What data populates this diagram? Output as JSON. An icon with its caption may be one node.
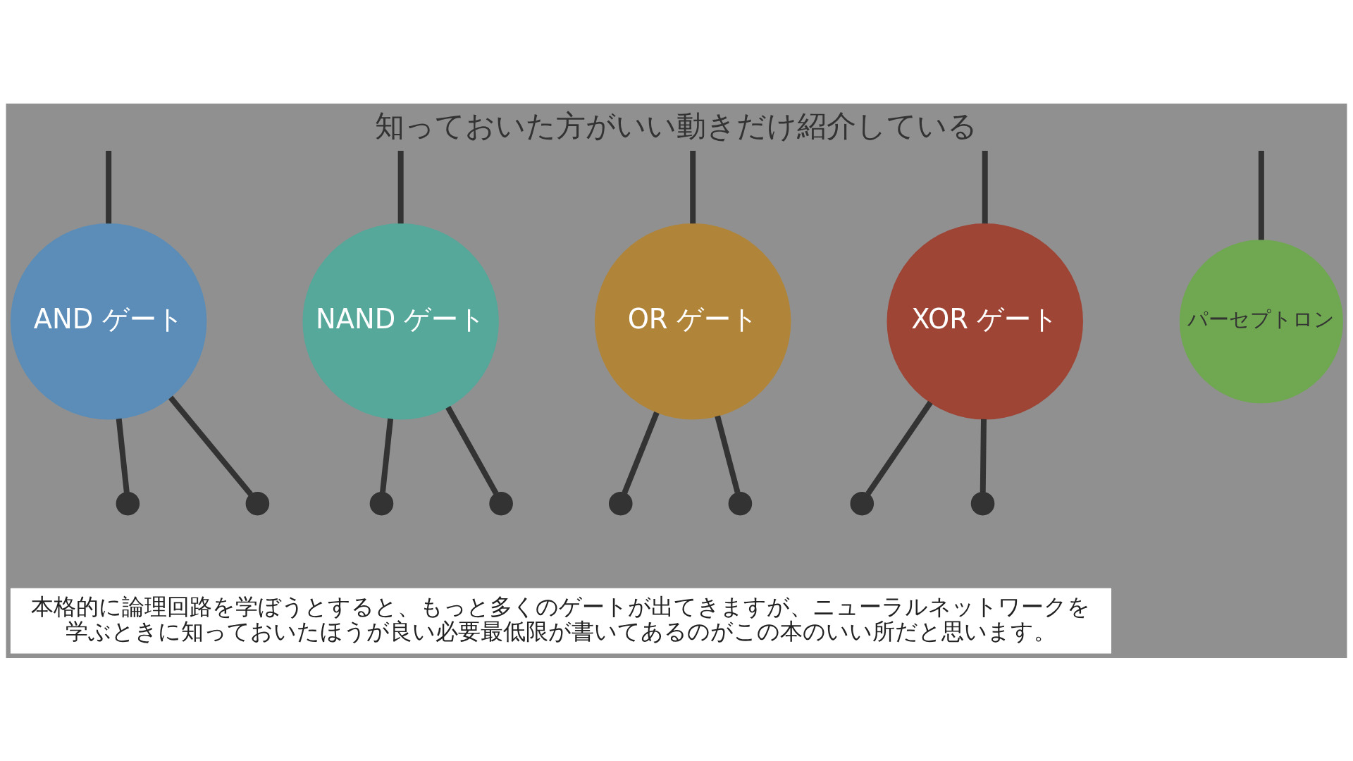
{
  "diagram": {
    "title": "知っておいた方がいい動きだけ紹介している",
    "caption": "本格的に論理回路を学ぼうとすると、もっと多くのゲートが出てきますが、ニューラルネットワークを学ぶときに知っておいたほうが良い必要最低限が書いてあるのがこの本のいい所だと思います。",
    "nodes": [
      {
        "text": [
          "パーセプトロン"
        ]
      },
      {
        "text": [
          "AND ゲート"
        ]
      },
      {
        "text": [],
        "shape": "circle"
      },
      {
        "text": [],
        "shape": "circle"
      },
      {
        "text": [
          "NAND ゲート"
        ]
      },
      {
        "text": [],
        "shape": "circle"
      },
      {
        "text": [],
        "shape": "circle"
      },
      {
        "text": [
          "OR ゲート"
        ]
      },
      {
        "text": [],
        "shape": "circle"
      },
      {
        "text": [],
        "shape": "circle"
      },
      {
        "text": [
          "XOR ゲート"
        ]
      },
      {
        "text": [],
        "shape": "circle"
      },
      {
        "text": [],
        "shape": "circle"
      }
    ],
    "edges": [
      {
        "from": 0,
        "to": null,
        "arrow": "none"
      },
      {
        "from": 1,
        "to": null,
        "arrow": "none"
      },
      {
        "from": 2,
        "to": 1,
        "arrow": "none"
      },
      {
        "from": 3,
        "to": 1,
        "arrow": "none"
      },
      {
        "from": 4,
        "to": null,
        "arrow": "none"
      },
      {
        "from": 5,
        "to": 4,
        "arrow": "none"
      },
      {
        "from": 6,
        "to": 4,
        "arrow": "none"
      },
      {
        "from": 7,
        "to": null,
        "arrow": "none"
      },
      {
        "from": 8,
        "to": 7,
        "arrow": "none"
      },
      {
        "from": 9,
        "to": 7,
        "arrow": "none"
      },
      {
        "from": 10,
        "to": null,
        "arrow": "none"
      },
      {
        "from": 11,
        "to": 10,
        "arrow": "none"
      },
      {
        "from": 12,
        "to": 10,
        "arrow": "none"
      }
    ]
  }
}
